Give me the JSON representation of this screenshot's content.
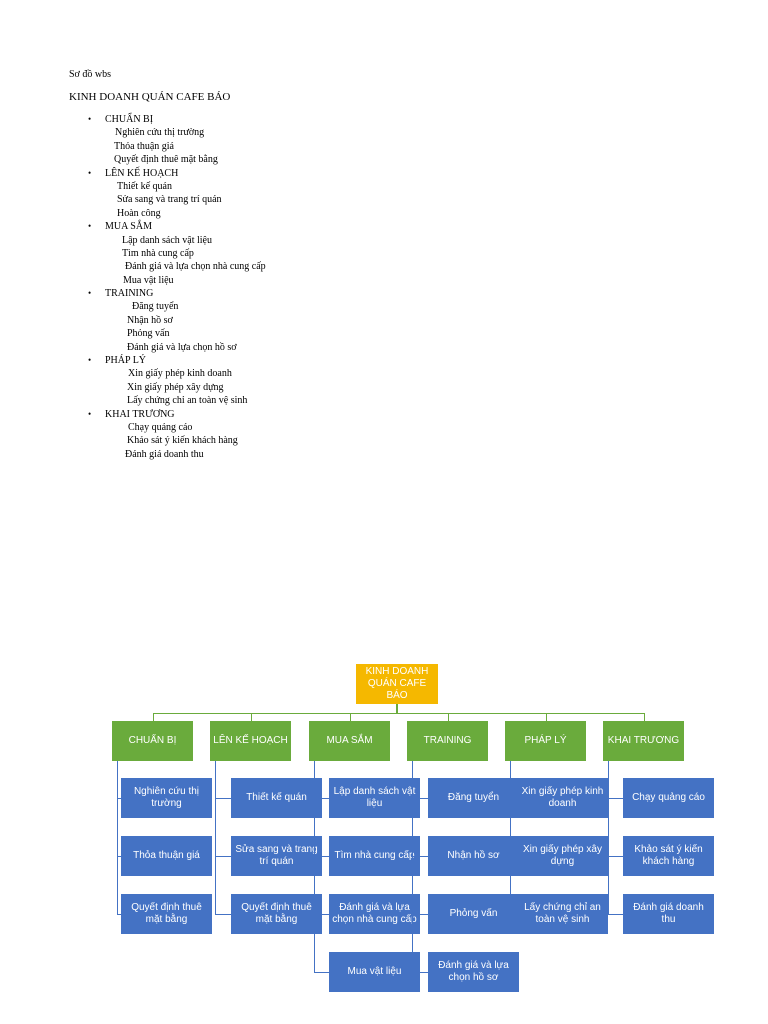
{
  "title": "Sơ đồ wbs",
  "heading": "KINH DOANH QUÁN CAFE BÁO",
  "outline": [
    {
      "label": "CHUẨN BỊ",
      "items": [
        "Nghiên cứu thị trường",
        "Thỏa thuận giá",
        "Quyết định thuê mặt bằng"
      ],
      "indents": [
        27,
        26,
        26
      ]
    },
    {
      "label": "LÊN KẾ HOẠCH",
      "items": [
        "Thiết kế quán",
        "Sửa sang và trang trí quán",
        "Hoàn công"
      ],
      "indents": [
        29,
        29,
        29
      ]
    },
    {
      "label": "MUA SẮM",
      "items": [
        "Lập danh sách vật liệu",
        "Tìm nhà cung cấp",
        "Đánh giá và lựa chọn nhà cung cấp",
        "Mua vật liệu"
      ],
      "indents": [
        34,
        34,
        37,
        35
      ]
    },
    {
      "label": "TRAINING",
      "items": [
        "Đăng tuyển",
        "Nhận hồ sơ",
        "Phỏng vấn",
        "Đánh giá và lựa chọn hồ sơ"
      ],
      "indents": [
        44,
        39,
        39,
        39
      ]
    },
    {
      "label": "PHÁP LÝ",
      "items": [
        "Xin giấy phép kinh doanh",
        "Xin giấy phép xây dựng",
        "Lấy chứng chỉ an toàn vệ sinh"
      ],
      "indents": [
        40,
        39,
        39
      ]
    },
    {
      "label": "KHAI TRƯƠNG",
      "items": [
        "Chạy quảng cáo",
        "Khảo sát ý kiến khách hàng",
        "Đánh giá doanh thu"
      ],
      "indents": [
        40,
        39,
        37
      ]
    }
  ],
  "wbs": {
    "root": "KINH DOANH QUÁN CAFE BÁO",
    "groups": [
      {
        "label": "CHUẨN BỊ",
        "children": [
          "Nghiên cứu thị trường",
          "Thỏa thuận giá",
          "Quyết định thuê mặt bằng"
        ]
      },
      {
        "label": "LÊN KẾ HOẠCH",
        "children": [
          "Thiết kế quán",
          "Sửa sang và trang trí quán",
          "Quyết định thuê mặt bằng"
        ]
      },
      {
        "label": "MUA SẮM",
        "children": [
          "Lập danh sách vật liệu",
          "Tìm nhà cung cấp",
          "Đánh giá và lựa chọn nhà cung cấp",
          "Mua vật liệu"
        ]
      },
      {
        "label": "TRAINING",
        "children": [
          "Đăng tuyển",
          "Nhận hồ sơ",
          "Phỏng vấn",
          "Đánh giá và lựa chọn hồ sơ"
        ]
      },
      {
        "label": "PHÁP LÝ",
        "children": [
          "Xin giấy phép kinh doanh",
          "Xin giấy phép xây dựng",
          "Lấy chứng chỉ an toàn vệ sinh"
        ]
      },
      {
        "label": "KHAI TRƯƠNG",
        "children": [
          "Chạy quảng cáo",
          "Khảo sát ý kiến khách hàng",
          "Đánh giá doanh thu"
        ]
      }
    ]
  },
  "colors": {
    "root": "#f5b800",
    "group": "#6aab3c",
    "task": "#4472c4"
  }
}
